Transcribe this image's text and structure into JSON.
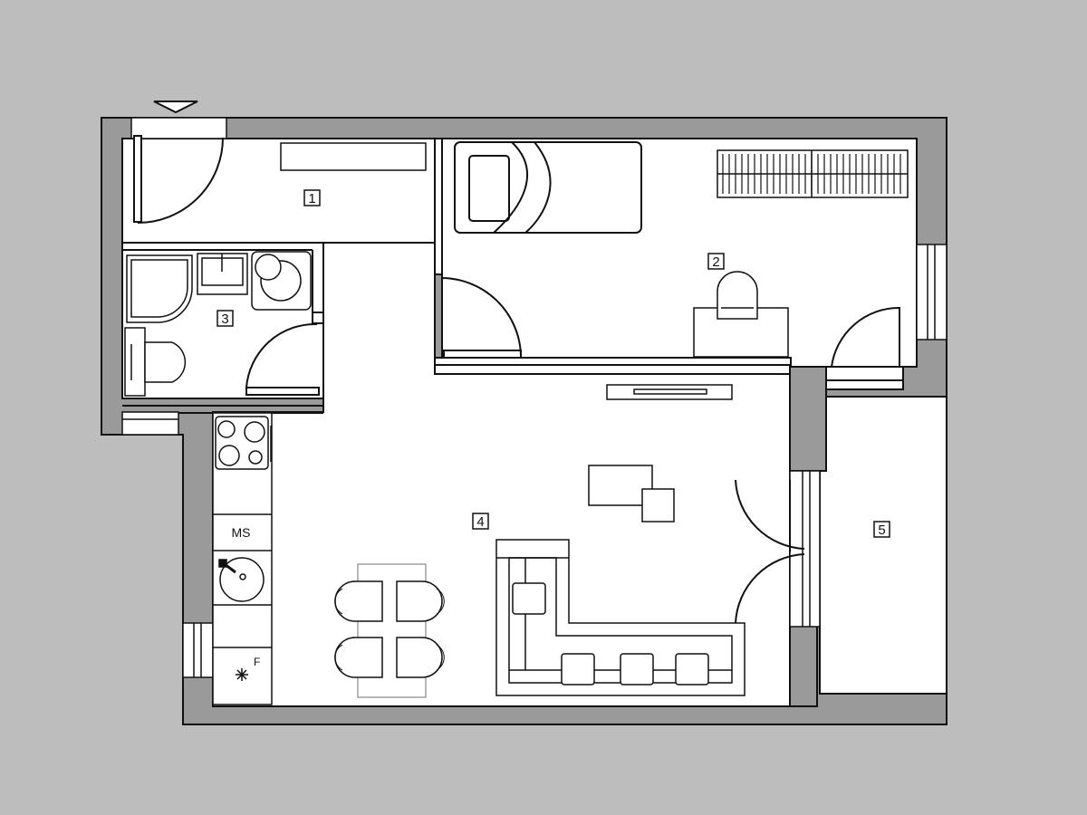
{
  "colors": {
    "background": "#bdbdbd",
    "floor": "#ffffff",
    "wall": "#9a9a9a",
    "line": "#111111"
  },
  "rooms": [
    {
      "id": "room-1",
      "label": "1"
    },
    {
      "id": "room-2",
      "label": "2"
    },
    {
      "id": "room-3",
      "label": "3"
    },
    {
      "id": "room-4",
      "label": "4"
    },
    {
      "id": "room-5",
      "label": "5"
    }
  ],
  "kitchen": {
    "ms_label": "MS",
    "fridge_label": "F"
  },
  "icons": {
    "entrance": "entrance-arrow-icon",
    "stove": "cooktop-icon",
    "sink": "kitchen-sink-icon",
    "fridge": "fridge-icon",
    "shower": "shower-icon",
    "toilet": "toilet-icon",
    "washer": "washing-machine-icon",
    "bed": "bed-icon",
    "radiator": "radiator-icon",
    "sofa": "sofa-icon"
  }
}
